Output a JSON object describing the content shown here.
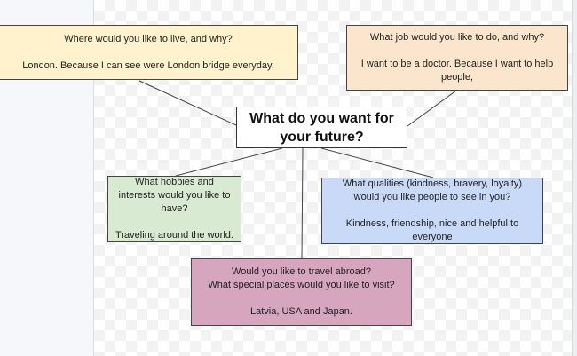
{
  "diagram": {
    "center": {
      "title": "What do you want for your future?"
    },
    "nodes": {
      "live": {
        "question": "Where would you like to live, and why?",
        "answer": "London. Because I can see were London bridge everyday.",
        "color": "#fff2cc"
      },
      "job": {
        "question": "What job would you like to do, and why?",
        "answer": "I want to be a doctor. Because I want to help people,",
        "color": "#fce5cd"
      },
      "hobbies": {
        "question": "What hobbies and interests would you like to have?",
        "answer": "Traveling around the world.",
        "color": "#d9ead3"
      },
      "qualities": {
        "question": "What qualities (kindness, bravery, loyalty) would you like people to see in you?",
        "answer": "Kindness, friendship, nice and helpful to everyone",
        "color": "#c9daf8"
      },
      "travel": {
        "question": "Would you like to travel abroad?\nWhat special places would you like to visit?",
        "answer": "Latvia, USA and Japan.",
        "color": "#d5a6bd"
      }
    },
    "connector_color": "#444444"
  }
}
